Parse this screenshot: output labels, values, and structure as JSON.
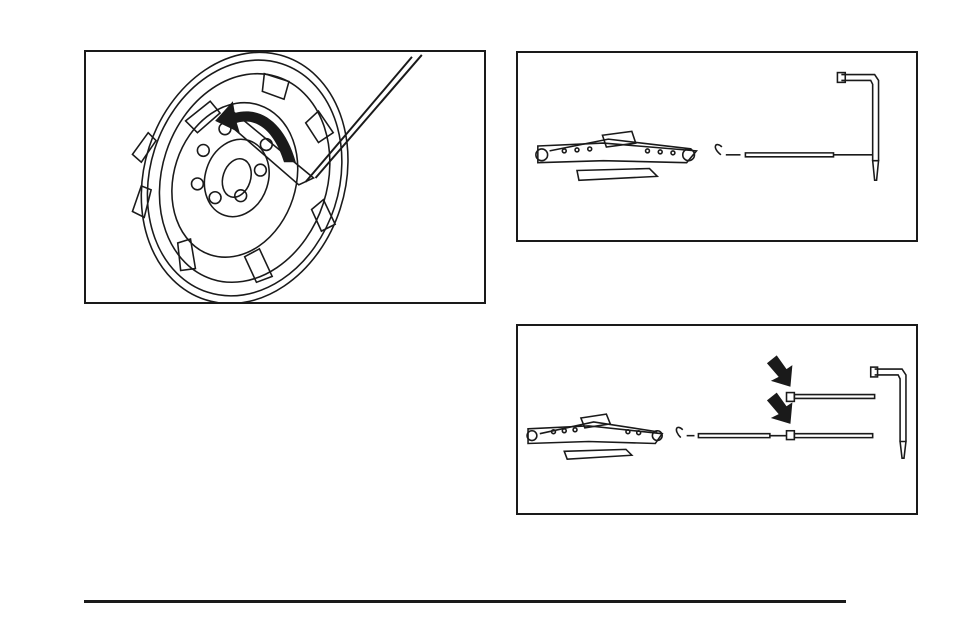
{
  "page": {
    "background": "#ffffff",
    "line_color": "#1a1a1a"
  },
  "figures": [
    {
      "id": "wheel-lug-nuts",
      "icon": "wheel-with-lug-wrench"
    },
    {
      "id": "jack-and-wrench",
      "icon": "scissor-jack-with-wrench"
    },
    {
      "id": "jack-with-extensions",
      "icon": "scissor-jack-with-extension-arrows"
    }
  ]
}
